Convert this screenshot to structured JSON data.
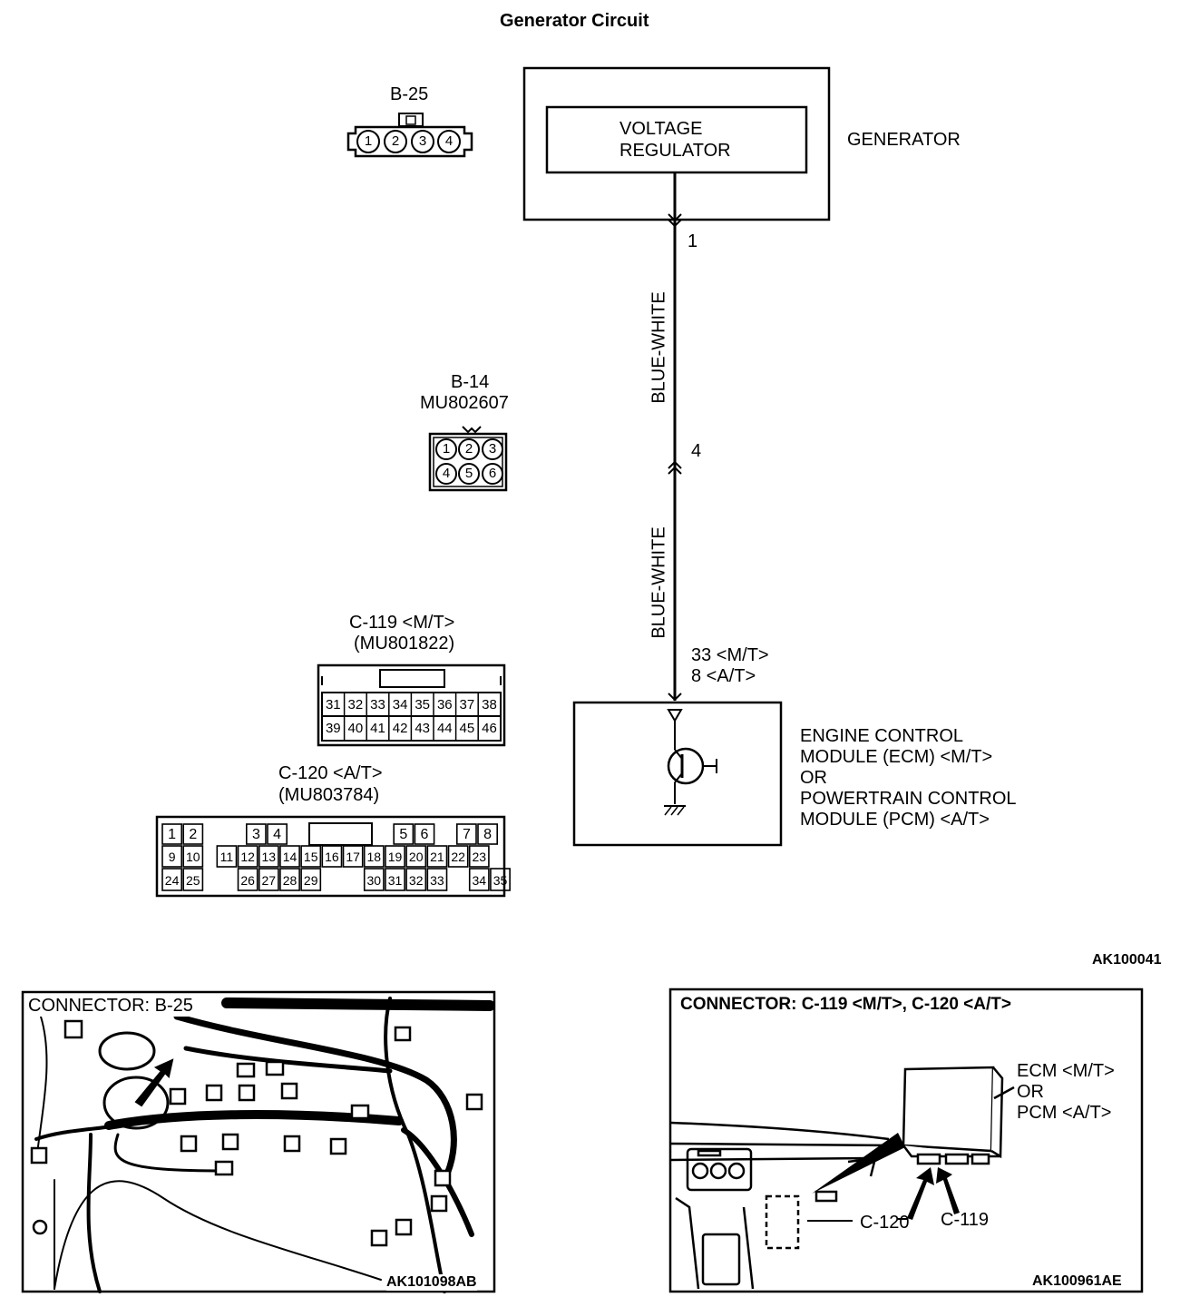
{
  "title": "Generator Circuit",
  "figure_code": "AK100041",
  "generator": {
    "label": "GENERATOR",
    "regulator_line1": "VOLTAGE",
    "regulator_line2": "REGULATOR"
  },
  "wire": {
    "upper_color": "BLUE-WHITE",
    "lower_color": "BLUE-WHITE",
    "pin_generator": "1",
    "pin_junction": "4",
    "pin_ecm_mt": "33 <M/T>",
    "pin_ecm_at": "8 <A/T>"
  },
  "ecm": {
    "line1": "ENGINE CONTROL",
    "line2": "MODULE (ECM) <M/T>",
    "line3": "OR",
    "line4": "POWERTRAIN CONTROL",
    "line5": "MODULE (PCM) <A/T>"
  },
  "connectors": {
    "b25": {
      "name": "B-25",
      "pins": [
        "1",
        "2",
        "3",
        "4"
      ]
    },
    "b14": {
      "name": "B-14",
      "part": "MU802607",
      "row1": [
        "1",
        "2",
        "3"
      ],
      "row2": [
        "4",
        "5",
        "6"
      ]
    },
    "c119": {
      "name": "C-119 <M/T>",
      "part": "(MU801822)",
      "row1": [
        "31",
        "32",
        "33",
        "34",
        "35",
        "36",
        "37",
        "38"
      ],
      "row2": [
        "39",
        "40",
        "41",
        "42",
        "43",
        "44",
        "45",
        "46"
      ]
    },
    "c120": {
      "name": "C-120 <A/T>",
      "part": "(MU803784)",
      "row1": [
        "1",
        "2",
        "3",
        "4",
        "5",
        "6",
        "7",
        "8"
      ],
      "row2": [
        "9",
        "10",
        "11",
        "12",
        "13",
        "14",
        "15",
        "16",
        "17",
        "18",
        "19",
        "20",
        "21",
        "22",
        "23"
      ],
      "row3": [
        "24",
        "25",
        "26",
        "27",
        "28",
        "29",
        "30",
        "31",
        "32",
        "33",
        "34",
        "35"
      ]
    }
  },
  "photo_left": {
    "caption": "CONNECTOR: B-25",
    "code": "AK101098AB"
  },
  "photo_right": {
    "caption": "CONNECTOR: C-119 <M/T>, C-120 <A/T>",
    "ecm_line1": "ECM <M/T>",
    "ecm_line2": "OR",
    "ecm_line3": "PCM <A/T>",
    "label_c120": "C-120",
    "label_c119": "C-119",
    "code": "AK100961AE"
  }
}
